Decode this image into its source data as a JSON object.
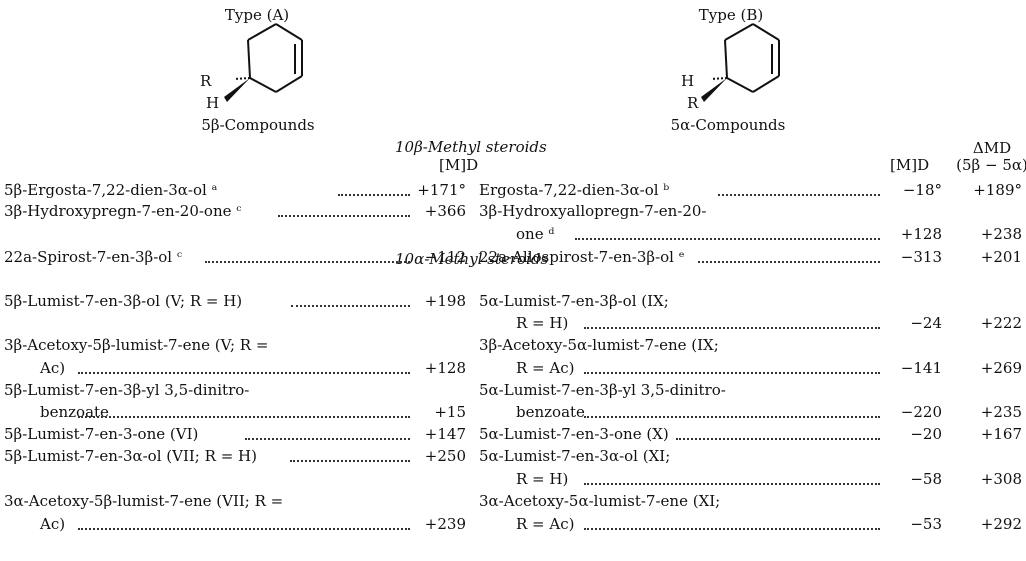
{
  "header": {
    "type_a": "Type (A)",
    "type_b": "Type (B)",
    "compounds_a": "5β-Compounds",
    "compounds_b": "5α-Compounds",
    "section_10b": "10β-Methyl steroids",
    "section_10a": "10α-Methyl steroids",
    "col_md": "[M]D",
    "col_md_b": "[M]D",
    "col_delta": "ΔMD",
    "col_delta_sub": "(5β − 5α)"
  },
  "struct_a": {
    "r": "R",
    "h": "H"
  },
  "struct_b": {
    "h": "H",
    "r": "R"
  },
  "rows": [
    {
      "a1": "5β-Ergosta-7,22-dien-3α-ol ᵃ",
      "a2": "",
      "va": "+171°",
      "b1": "Ergosta-7,22-dien-3α-ol ᵇ",
      "b2": "",
      "vb": "−18°",
      "d": "+189°"
    },
    {
      "a1": "3β-Hydroxypregn-7-en-20-one ᶜ",
      "a2": "",
      "va": "+366",
      "b1": "3β-Hydroxyallopregn-7-en-20-",
      "b2": "one ᵈ",
      "vb": "+128",
      "d": "+238"
    },
    {
      "a1": "22a-Spirost-7-en-3β-ol ᶜ",
      "a2": "",
      "va": "−112",
      "b1": "22a-Allospirost-7-en-3β-ol ᵉ",
      "b2": "",
      "vb": "−313",
      "d": "+201"
    },
    {
      "a1": "5β-Lumist-7-en-3β-ol (V; R = H)",
      "a2": "",
      "va": "+198",
      "b1": "5α-Lumist-7-en-3β-ol (IX;",
      "b2": "R = H)",
      "vb": "−24",
      "d": "+222"
    },
    {
      "a1": "3β-Acetoxy-5β-lumist-7-ene (V; R =",
      "a2": "Ac)",
      "va": "+128",
      "b1": "3β-Acetoxy-5α-lumist-7-ene (IX;",
      "b2": "R = Ac)",
      "vb": "−141",
      "d": "+269"
    },
    {
      "a1": "5β-Lumist-7-en-3β-yl 3,5-dinitro-",
      "a2": "benzoate",
      "va": "+15",
      "b1": "5α-Lumist-7-en-3β-yl 3,5-dinitro-",
      "b2": "benzoate",
      "vb": "−220",
      "d": "+235"
    },
    {
      "a1": "5β-Lumist-7-en-3-one (VI)",
      "a2": "",
      "va": "+147",
      "b1": "5α-Lumist-7-en-3-one (X)",
      "b2": "",
      "vb": "−20",
      "d": "+167"
    },
    {
      "a1": "5β-Lumist-7-en-3α-ol (VII; R = H)",
      "a2": "",
      "va": "+250",
      "b1": "5α-Lumist-7-en-3α-ol (XI;",
      "b2": "R = H)",
      "vb": "−58",
      "d": "+308"
    },
    {
      "a1": "3α-Acetoxy-5β-lumist-7-ene (VII; R =",
      "a2": "Ac)",
      "va": "+239",
      "b1": "3α-Acetoxy-5α-lumist-7-ene (XI;",
      "b2": "R = Ac)",
      "vb": "−53",
      "d": "+292"
    }
  ]
}
